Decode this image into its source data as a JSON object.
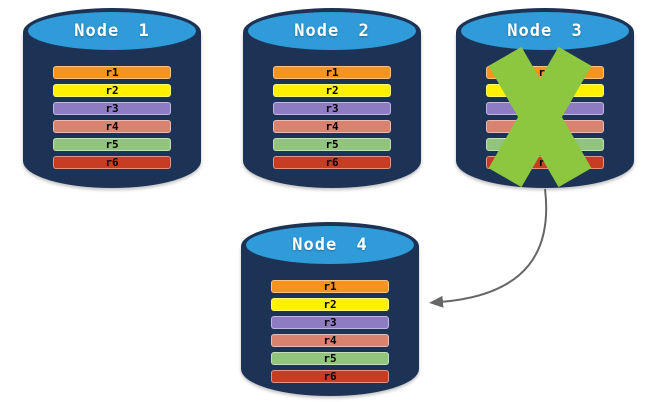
{
  "diagram": {
    "nodes": [
      {
        "label": "Node 1",
        "failed": false
      },
      {
        "label": "Node 2",
        "failed": false
      },
      {
        "label": "Node 3",
        "failed": true
      },
      {
        "label": "Node 4",
        "failed": false
      }
    ],
    "replicas": [
      {
        "label": "r1",
        "color": "#F7941D"
      },
      {
        "label": "r2",
        "color": "#FFF100"
      },
      {
        "label": "r3",
        "color": "#8E7CC3"
      },
      {
        "label": "r4",
        "color": "#D9826F"
      },
      {
        "label": "r5",
        "color": "#93C47D"
      },
      {
        "label": "r6",
        "color": "#C63D23"
      }
    ],
    "colors": {
      "cylinder_body": "#1D3356",
      "cylinder_top": "#2F9CD9",
      "failure_cross": "#8DC63F",
      "arrow": "#666666"
    }
  }
}
